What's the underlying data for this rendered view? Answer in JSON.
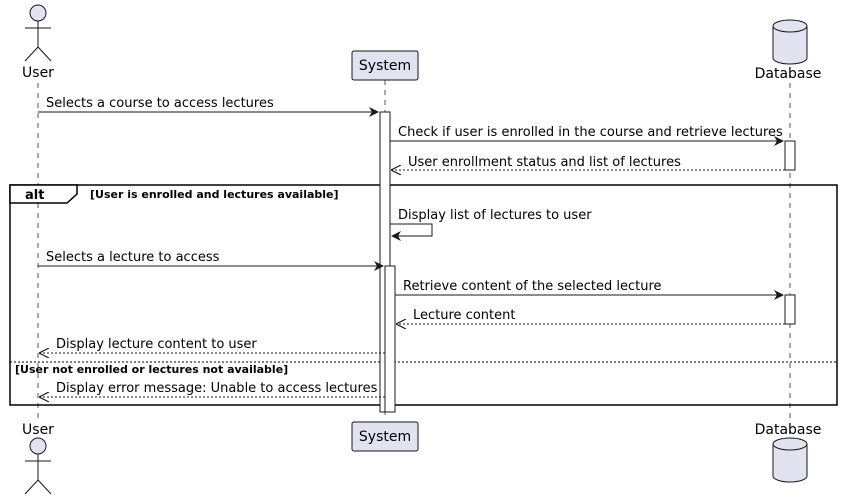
{
  "participants": {
    "user": {
      "name": "User",
      "kind": "actor"
    },
    "system": {
      "name": "System",
      "kind": "participant"
    },
    "database": {
      "name": "Database",
      "kind": "database"
    }
  },
  "messages": [
    {
      "from": "user",
      "to": "system",
      "style": "solid",
      "text": "Selects a course to access lectures"
    },
    {
      "from": "system",
      "to": "database",
      "style": "solid",
      "text": "Check if user is enrolled in the course and retrieve lectures"
    },
    {
      "from": "database",
      "to": "system",
      "style": "dashed",
      "text": "User enrollment status and list of lectures"
    },
    {
      "from": "system",
      "to": "system",
      "style": "solid",
      "text": "Display list of lectures to user"
    },
    {
      "from": "user",
      "to": "system",
      "style": "solid",
      "text": "Selects a lecture to access"
    },
    {
      "from": "system",
      "to": "database",
      "style": "solid",
      "text": "Retrieve content of the selected lecture"
    },
    {
      "from": "database",
      "to": "system",
      "style": "dashed",
      "text": "Lecture content"
    },
    {
      "from": "system",
      "to": "user",
      "style": "dashed",
      "text": "Display lecture content to user"
    },
    {
      "from": "system",
      "to": "user",
      "style": "dashed",
      "text": "Display error message: Unable to access lectures"
    }
  ],
  "alt_fragment": {
    "label": "alt",
    "guards": [
      "[User is enrolled and lectures available]",
      "[User not enrolled or lectures not available]"
    ]
  },
  "colors": {
    "participant_fill": "#e2e2f0",
    "participant_border": "#181818",
    "lifeline": "#555555",
    "line": "#181818"
  }
}
